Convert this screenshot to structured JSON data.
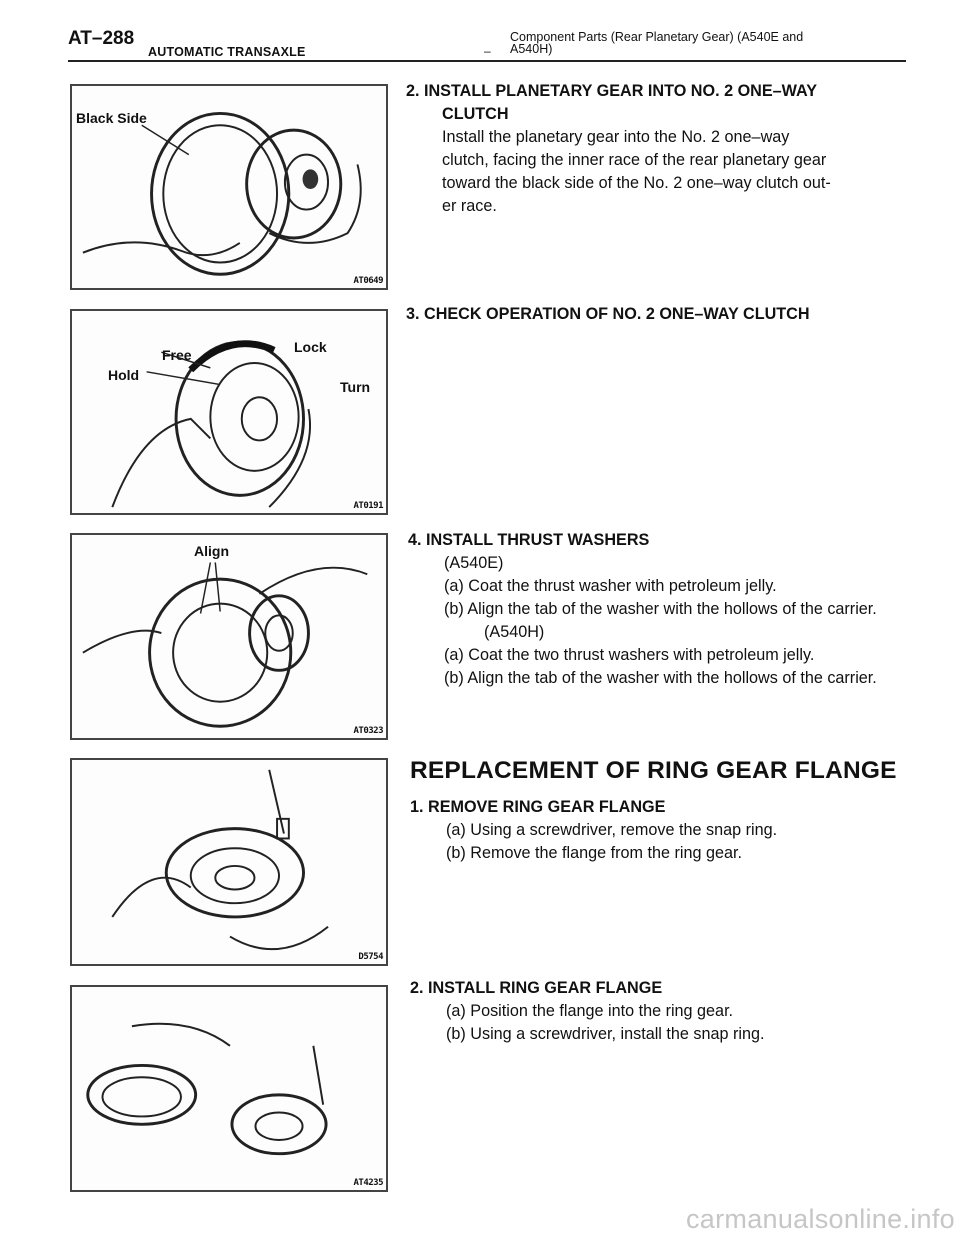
{
  "header": {
    "page_number": "AT–288",
    "section": "AUTOMATIC TRANSAXLE",
    "dash": "–",
    "title_line1": "Component Parts (Rear Planetary Gear) (A540E and",
    "title_line2": "A540H)"
  },
  "figures": [
    {
      "code": "AT0649",
      "labels": [
        "Black Side"
      ]
    },
    {
      "code": "AT0191",
      "labels": [
        "Free",
        "Lock",
        "Hold",
        "Turn"
      ]
    },
    {
      "code": "AT0323",
      "labels": [
        "Align"
      ]
    },
    {
      "code": "D5754",
      "labels": []
    },
    {
      "code": "AT4235",
      "labels": []
    }
  ],
  "step2": {
    "heading1": "2. INSTALL PLANETARY GEAR INTO NO. 2 ONE–WAY",
    "heading2": "CLUTCH",
    "body": [
      "Install the planetary gear into the No. 2 one–way",
      "clutch, facing the inner race of the rear planetary gear",
      "toward the black side of the No. 2 one–way clutch out-",
      "er race."
    ]
  },
  "step3": {
    "heading": "3. CHECK OPERATION OF NO. 2 ONE–WAY CLUTCH"
  },
  "step4": {
    "heading": "4. INSTALL THRUST WASHERS",
    "model1": "(A540E)",
    "a1": "(a) Coat the thrust washer with petroleum jelly.",
    "b1": "(b) Align the tab of the washer with the hollows of the carrier.",
    "model2": "(A540H)",
    "a2": "(a) Coat the two thrust washers with petroleum jelly.",
    "b2": "(b) Align the tab of the washer with the hollows of the carrier."
  },
  "replacement": {
    "title": "REPLACEMENT OF RING GEAR FLANGE",
    "step1": {
      "heading": "1. REMOVE RING GEAR FLANGE",
      "a": "(a) Using a screwdriver, remove the snap ring.",
      "b": "(b) Remove the flange from the ring gear."
    },
    "step2": {
      "heading": "2. INSTALL RING GEAR FLANGE",
      "a": "(a) Position the flange into the ring gear.",
      "b": "(b) Using a screwdriver, install the snap ring."
    }
  },
  "watermark": "carmanualsonline.info"
}
